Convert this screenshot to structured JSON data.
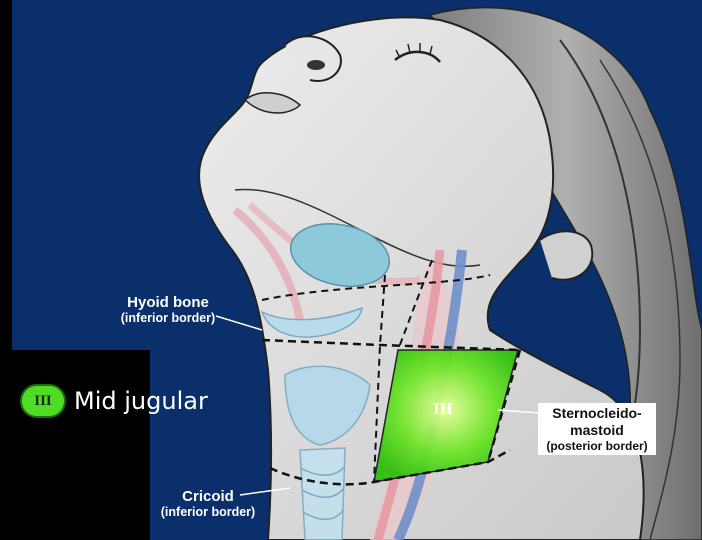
{
  "legend": {
    "badge": "III",
    "text": "Mid jugular"
  },
  "level_mark": "III",
  "labels": {
    "hyoid": {
      "main": "Hyoid bone",
      "sub": "(inferior border)"
    },
    "cricoid": {
      "main": "Cricoid",
      "sub": "(inferior border)"
    },
    "scm": {
      "main1": "Sternocleido-",
      "main2": "mastoid",
      "sub": "(posterior border)"
    }
  },
  "colors": {
    "background": "#0b2f6b",
    "skin": "#dcdcdc",
    "hair": "#8f8f8f",
    "level_fill": "#52e21c",
    "thyroid": "#9fd2e4"
  }
}
